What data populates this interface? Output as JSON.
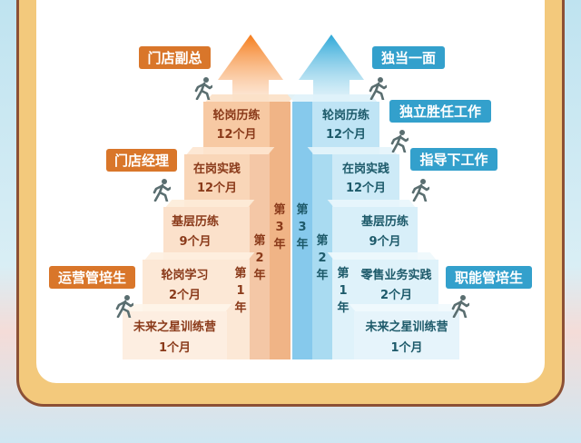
{
  "colors": {
    "orange": "#d9762a",
    "blue": "#33a0cc",
    "frame": "#f3c97c",
    "border": "#8c5035"
  },
  "left": {
    "tags": [
      "门店副总",
      "门店经理",
      "运营管培生"
    ],
    "steps": [
      {
        "title": "未来之星训练营",
        "duration": "1个月"
      },
      {
        "title": "轮岗学习",
        "duration": "2个月"
      },
      {
        "title": "基层历练",
        "duration": "9个月"
      },
      {
        "title": "在岗实践",
        "duration": "12个月"
      },
      {
        "title": "轮岗历练",
        "duration": "12个月"
      }
    ],
    "years": [
      [
        "第",
        "1",
        "年"
      ],
      [
        "第",
        "2",
        "年"
      ],
      [
        "第",
        "3",
        "年"
      ]
    ]
  },
  "right": {
    "tags": [
      "独当一面",
      "独立胜任工作",
      "指导下工作",
      "职能管培生"
    ],
    "steps": [
      {
        "title": "未来之星训练营",
        "duration": "1个月"
      },
      {
        "title": "零售业务实践",
        "duration": "2个月"
      },
      {
        "title": "基层历练",
        "duration": "9个月"
      },
      {
        "title": "在岗实践",
        "duration": "12个月"
      },
      {
        "title": "轮岗历练",
        "duration": "12个月"
      }
    ],
    "years": [
      [
        "第",
        "1",
        "年"
      ],
      [
        "第",
        "2",
        "年"
      ],
      [
        "第",
        "3",
        "年"
      ]
    ]
  },
  "icons": {
    "runner": "running-person-icon",
    "arrow": "up-arrow-icon"
  }
}
